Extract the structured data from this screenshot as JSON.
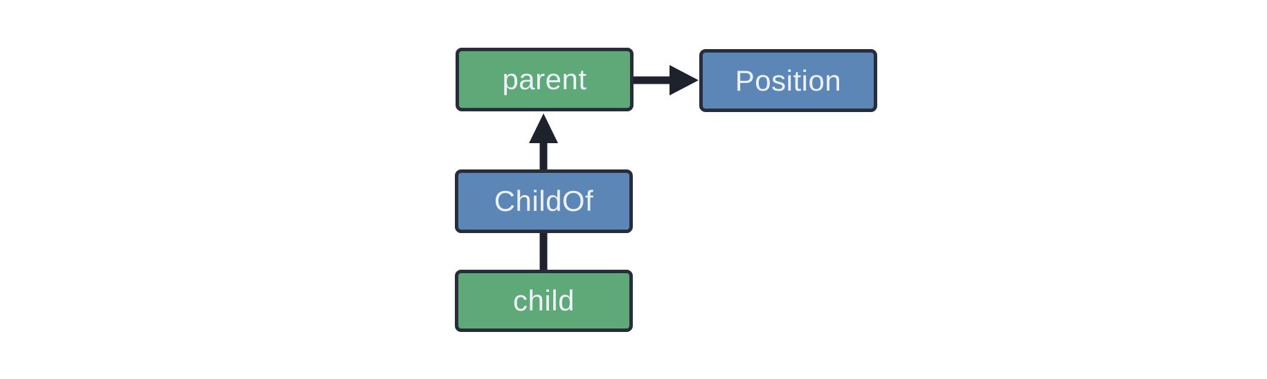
{
  "diagram": {
    "nodes": [
      {
        "id": "parent",
        "label": "parent",
        "kind": "entity"
      },
      {
        "id": "Position",
        "label": "Position",
        "kind": "component"
      },
      {
        "id": "ChildOf",
        "label": "ChildOf",
        "kind": "relationship"
      },
      {
        "id": "child",
        "label": "child",
        "kind": "entity"
      }
    ],
    "edges": [
      {
        "from": "parent",
        "to": "Position",
        "arrowhead": true,
        "direction": "right"
      },
      {
        "from": "ChildOf",
        "to": "parent",
        "arrowhead": true,
        "direction": "up"
      },
      {
        "from": "child",
        "to": "ChildOf",
        "arrowhead": false,
        "direction": "up"
      }
    ],
    "colors": {
      "entity_fill": "#5fa877",
      "component_fill": "#5b86b6",
      "node_outline": "#272d3b",
      "edge_stroke": "#1d222c",
      "label_text": "#edf1f9",
      "background": "#ffffff"
    }
  }
}
